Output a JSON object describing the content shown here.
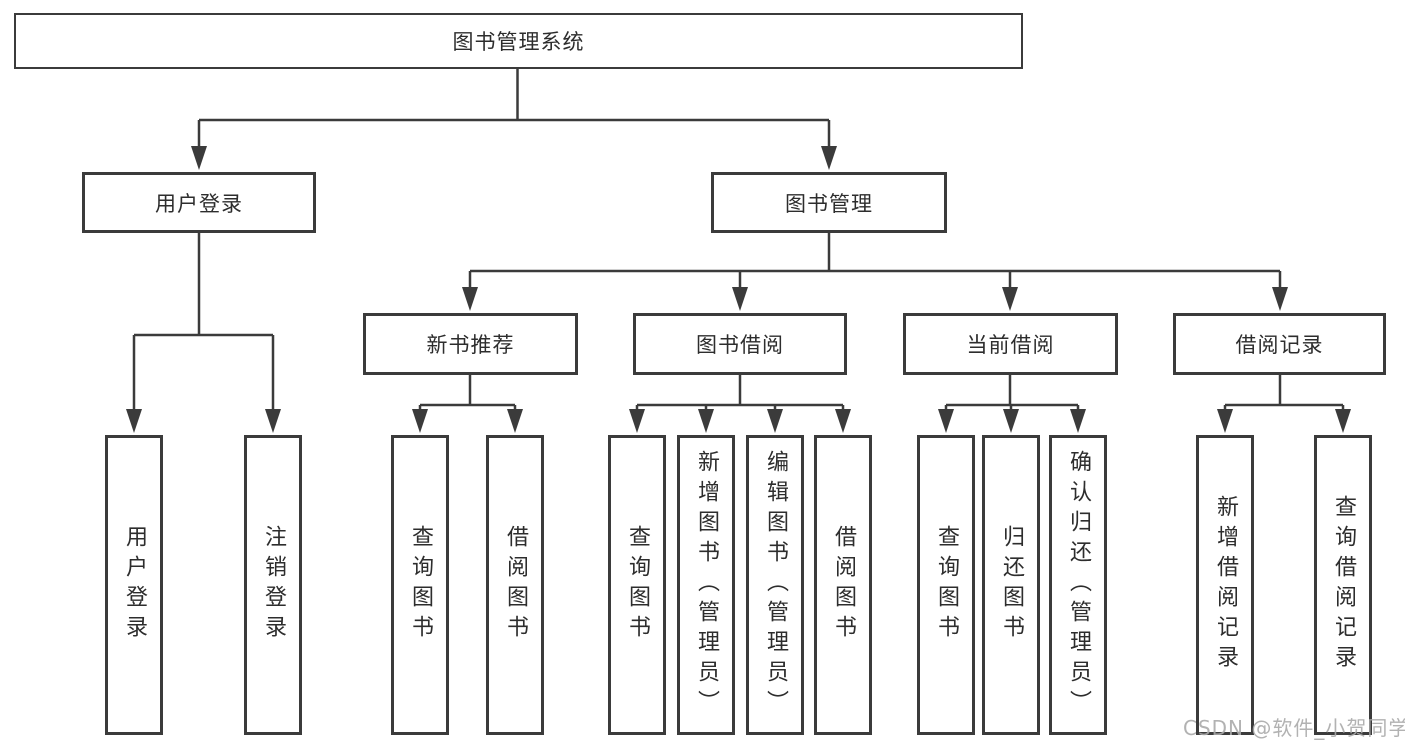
{
  "diagram": {
    "tree": {
      "label": "图书管理系统",
      "children": [
        {
          "label": "用户登录",
          "children": [
            {
              "label": "用户登录"
            },
            {
              "label": "注销登录"
            }
          ]
        },
        {
          "label": "图书管理",
          "children": [
            {
              "label": "新书推荐",
              "children": [
                {
                  "label": "查询图书"
                },
                {
                  "label": "借阅图书"
                }
              ]
            },
            {
              "label": "图书借阅",
              "children": [
                {
                  "label": "查询图书"
                },
                {
                  "label": "新增图书（管理员）"
                },
                {
                  "label": "编辑图书（管理员）"
                },
                {
                  "label": "借阅图书"
                }
              ]
            },
            {
              "label": "当前借阅",
              "children": [
                {
                  "label": "查询图书"
                },
                {
                  "label": "归还图书"
                },
                {
                  "label": "确认归还（管理员）"
                }
              ]
            },
            {
              "label": "借阅记录",
              "children": [
                {
                  "label": "新增借阅记录"
                },
                {
                  "label": "查询借阅记录"
                }
              ]
            }
          ]
        }
      ]
    },
    "watermark": "CSDN @软件_小贺同学",
    "colors": {
      "line": "#3b3b3b",
      "box_border": "#3b3b3b",
      "box_fill": "#ffffff",
      "text": "#2d2d2d",
      "watermark": "#aaaaaa",
      "background": "#ffffff"
    }
  }
}
